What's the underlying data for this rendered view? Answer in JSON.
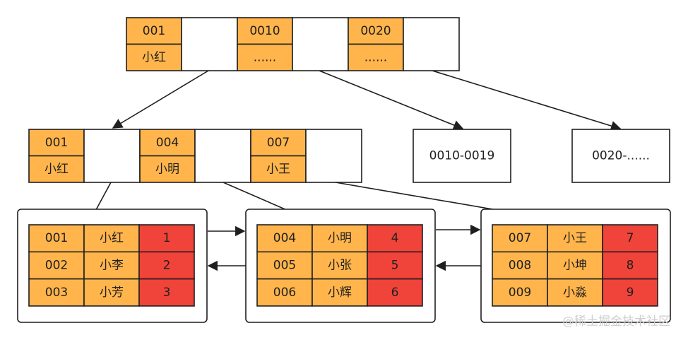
{
  "colors": {
    "key": "#FFB54C",
    "data": "#F0433A",
    "border": "#1f1f1f",
    "white": "#ffffff"
  },
  "root": {
    "groups": [
      {
        "key": "001",
        "val": "小红"
      },
      {
        "key": "0010",
        "val": "......"
      },
      {
        "key": "0020",
        "val": "......"
      }
    ]
  },
  "level2": {
    "node": {
      "groups": [
        {
          "key": "001",
          "val": "小红"
        },
        {
          "key": "004",
          "val": "小明"
        },
        {
          "key": "007",
          "val": "小王"
        }
      ]
    },
    "range_nodes": [
      "0010-0019",
      "0020-......"
    ]
  },
  "leaves": [
    {
      "rows": [
        [
          "001",
          "小红",
          "1"
        ],
        [
          "002",
          "小李",
          "2"
        ],
        [
          "003",
          "小芳",
          "3"
        ]
      ]
    },
    {
      "rows": [
        [
          "004",
          "小明",
          "4"
        ],
        [
          "005",
          "小张",
          "5"
        ],
        [
          "006",
          "小辉",
          "6"
        ]
      ]
    },
    {
      "rows": [
        [
          "007",
          "小王",
          "7"
        ],
        [
          "008",
          "小坤",
          "8"
        ],
        [
          "009",
          "小淼",
          "9"
        ]
      ]
    }
  ],
  "watermark": "@稀土掘金技术社区"
}
